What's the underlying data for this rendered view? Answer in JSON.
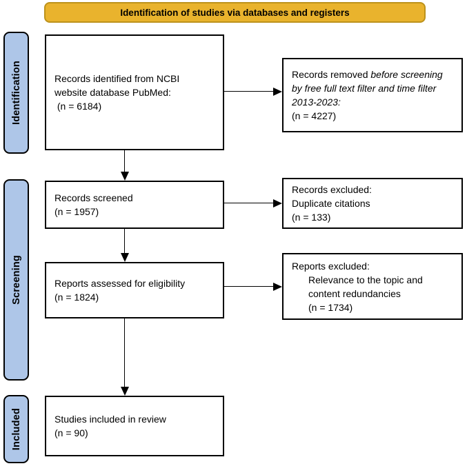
{
  "banner": {
    "label": "Identification of studies via databases and registers"
  },
  "colors": {
    "banner_fill": "#E9B32D",
    "banner_border": "#BC921B",
    "stage_fill": "#AEC6E8",
    "background": "#FFFFFF",
    "box_border": "#000000",
    "arrow": "#000000"
  },
  "stages": [
    {
      "label": "Identification"
    },
    {
      "label": "Screening"
    },
    {
      "label": "Included"
    }
  ],
  "boxes": {
    "identified": {
      "lines": [
        "Records identified from NCBI",
        "website database PubMed:",
        " (n = 6184)"
      ]
    },
    "removed": {
      "prefix": "Records removed ",
      "italic": "before screening by free full text filter and time filter 2013-2023:",
      "count": "(n = 4227)"
    },
    "screened": {
      "lines": [
        "Records screened",
        "(n = 1957)"
      ]
    },
    "excluded_records": {
      "lines": [
        "Records excluded:",
        "Duplicate citations",
        "(n = 133)"
      ]
    },
    "assessed": {
      "lines": [
        "Reports assessed for eligibility",
        "(n = 1824)"
      ]
    },
    "excluded_reports": {
      "title": "Reports excluded:",
      "indented": [
        "Relevance to the topic and",
        "content redundancies",
        "(n = 1734)"
      ]
    },
    "included": {
      "lines": [
        "Studies included in review",
        "(n = 90)"
      ]
    }
  }
}
